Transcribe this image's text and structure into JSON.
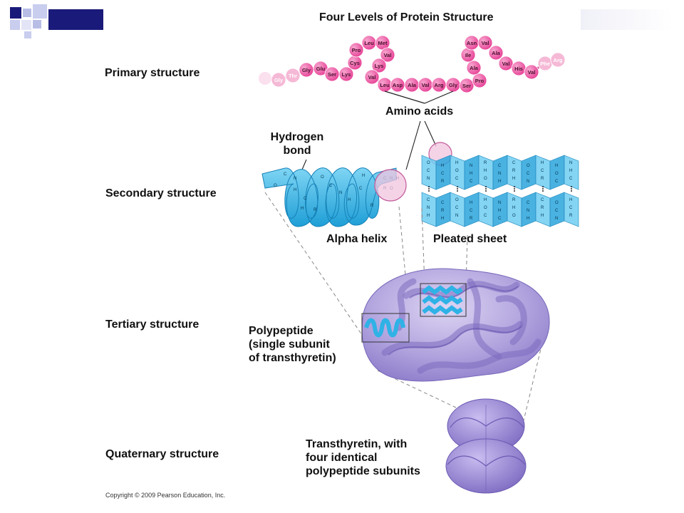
{
  "title": "Four Levels of Protein Structure",
  "levels": {
    "primary": "Primary structure",
    "secondary": "Secondary structure",
    "tertiary": "Tertiary structure",
    "quaternary": "Quaternary structure"
  },
  "labels": {
    "amino_acids": "Amino acids",
    "hydrogen_bond_line1": "Hydrogen",
    "hydrogen_bond_line2": "bond",
    "alpha_helix": "Alpha helix",
    "pleated_sheet": "Pleated sheet",
    "polypeptide_line1": "Polypeptide",
    "polypeptide_line2": "(single subunit",
    "polypeptide_line3": "of transthyretin)",
    "transthyretin_line1": "Transthyretin, with",
    "transthyretin_line2": "four identical",
    "transthyretin_line3": "polypeptide subunits"
  },
  "amino_acid_chain": [
    "Gly",
    "Thr",
    "Gly",
    "Glu",
    "Ser",
    "Lys",
    "Cys",
    "Pro",
    "Leu",
    "Met",
    "Val",
    "Lys",
    "Val",
    "Leu",
    "Asp",
    "Ala",
    "Val",
    "Arg",
    "Gly",
    "Ser",
    "Pro",
    "Ala",
    "Ile",
    "Asn",
    "Val",
    "Ala",
    "Val",
    "His",
    "Val",
    "Phe",
    "Arg"
  ],
  "helix_atoms": [
    "C",
    "O",
    "N",
    "H",
    "C",
    "H",
    "R",
    "O",
    "C",
    "N",
    "H",
    "C",
    "H",
    "R"
  ],
  "sheet_atoms": [
    "O",
    "C",
    "N",
    "H",
    "C",
    "R",
    "H"
  ],
  "copyright": "Copyright © 2009 Pearson Education, Inc.",
  "colors": {
    "amino": "#e8489a",
    "amino_faded": "#f5b9d6",
    "helix": "#2fb2e6",
    "protein": "#a99ad8",
    "protein_dark": "#8573c4",
    "square_dark": "#1a1a7a",
    "square_light": "#b8bde6"
  }
}
